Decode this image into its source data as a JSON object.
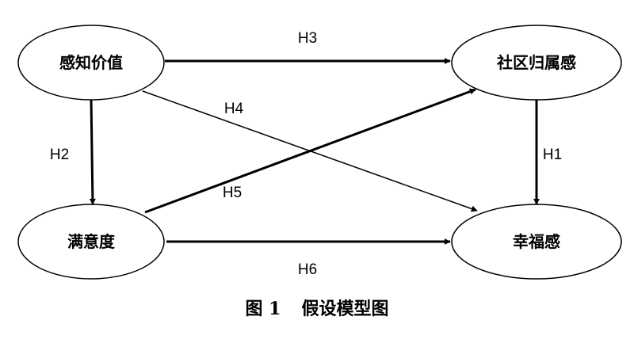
{
  "nodes": {
    "perceived_value": "感知价值",
    "community_belonging": "社区归属感",
    "satisfaction": "满意度",
    "happiness": "幸福感"
  },
  "edges": {
    "h1": "H1",
    "h2": "H2",
    "h3": "H3",
    "h4": "H4",
    "h5": "H5",
    "h6": "H6"
  },
  "caption": {
    "number": "图 1",
    "title": "假设模型图"
  }
}
